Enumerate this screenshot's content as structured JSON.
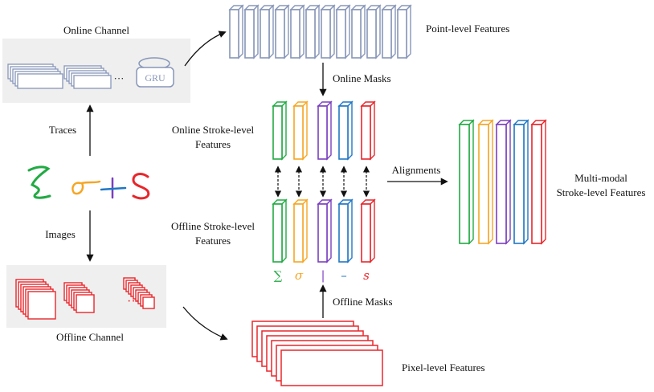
{
  "labels": {
    "online_channel": "Online Channel",
    "offline_channel": "Offline Channel",
    "gru": "GRU",
    "ellipsis": "···",
    "traces": "Traces",
    "images": "Images",
    "point_features": "Point-level Features",
    "online_masks": "Online Masks",
    "offline_masks": "Offline Masks",
    "online_stroke_l1": "Online Stroke-level",
    "online_stroke_l2": "Features",
    "offline_stroke_l1": "Offline Stroke-level",
    "offline_stroke_l2": "Features",
    "alignments": "Alignments",
    "multimodal_l1": "Multi-modal",
    "multimodal_l2": "Stroke-level Features",
    "pixel_features": "Pixel-level Features"
  },
  "stroke_symbols": [
    "∑",
    "σ",
    "|",
    "–",
    "s"
  ],
  "colors": {
    "green": "#22aa44",
    "orange": "#f5a623",
    "purple": "#7b3fbf",
    "blue": "#1f77c4",
    "red": "#e8262b",
    "steel": "#8796b8",
    "panel": "#efefef"
  }
}
